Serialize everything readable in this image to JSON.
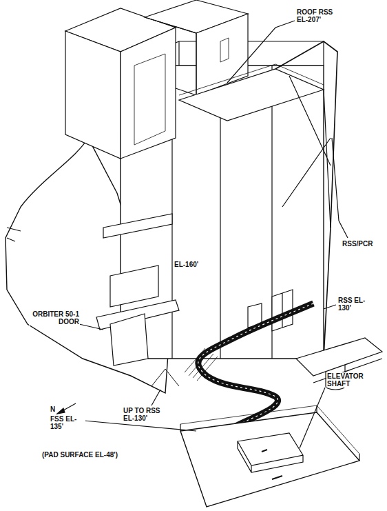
{
  "diagram": {
    "labels": [
      "ROOF RSS EL-207'",
      "RSS/PCR",
      "EL-160'",
      "ORBITER 50-1 DOOR",
      "RSS EL-130'",
      "UP TO RSS EL-130'",
      "FSS EL-135'",
      "ELEVATOR SHAFT",
      "N",
      "(PAD SURFACE EL-48')"
    ]
  }
}
